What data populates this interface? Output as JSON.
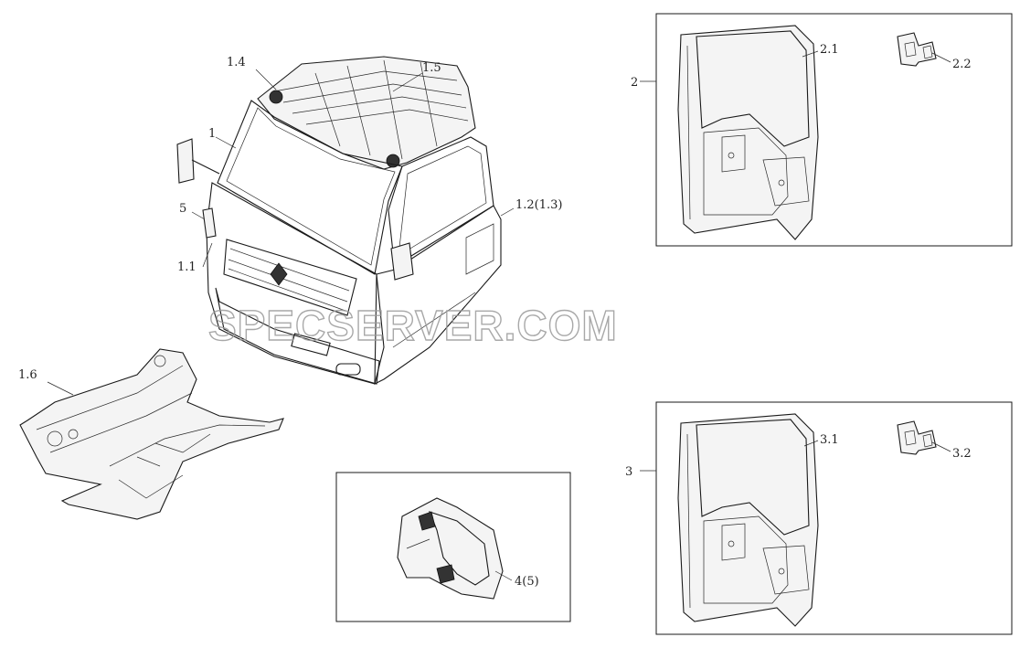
{
  "labels": {
    "cab": "1",
    "front_panel": "1.1",
    "side_panel": "1.2(1.3)",
    "roof_front": "1.4",
    "roof_rear": "1.5",
    "floor": "1.6",
    "left_door_group": "2",
    "left_door": "2.1",
    "left_hinge": "2.2",
    "right_door_group": "3",
    "right_door": "3.1",
    "right_hinge": "3.2",
    "mirror_bracket": "4(5)",
    "lamp": "5"
  },
  "watermark": "SPECSERVER.COM"
}
